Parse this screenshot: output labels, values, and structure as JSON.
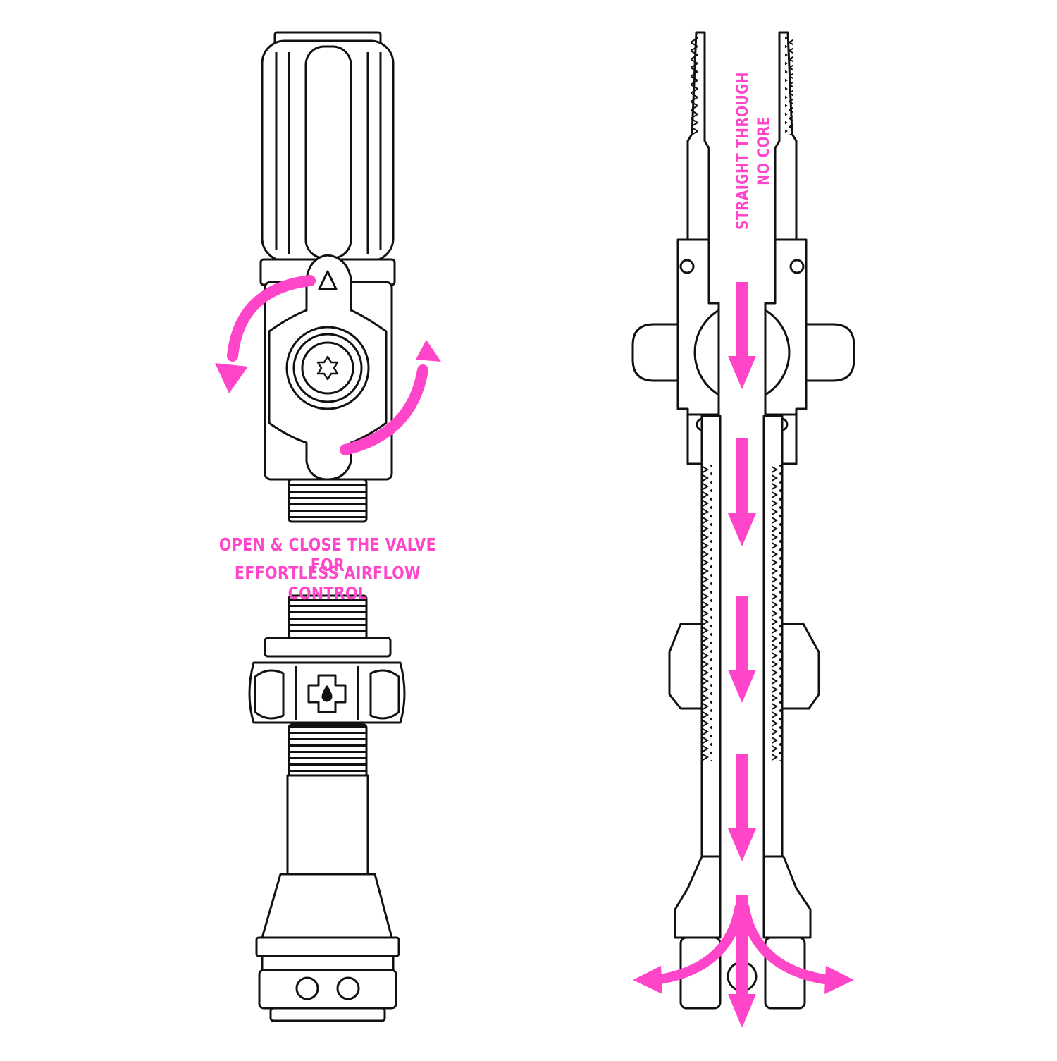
{
  "colors": {
    "accent": "#ff45c9",
    "line": "#111111",
    "background": "#ffffff"
  },
  "caption": {
    "line1": "OPEN & CLOSE THE VALVE FOR",
    "line2": "EFFORTLESS AIRFLOW CONTROL"
  },
  "cross_section_label": "STRAIGHT THROUGH NO CORE",
  "icons": [
    "triangle-icon",
    "torx-star-icon",
    "cross-drop-logo-icon",
    "rotate-arrows-icon",
    "flow-arrows-icon"
  ]
}
